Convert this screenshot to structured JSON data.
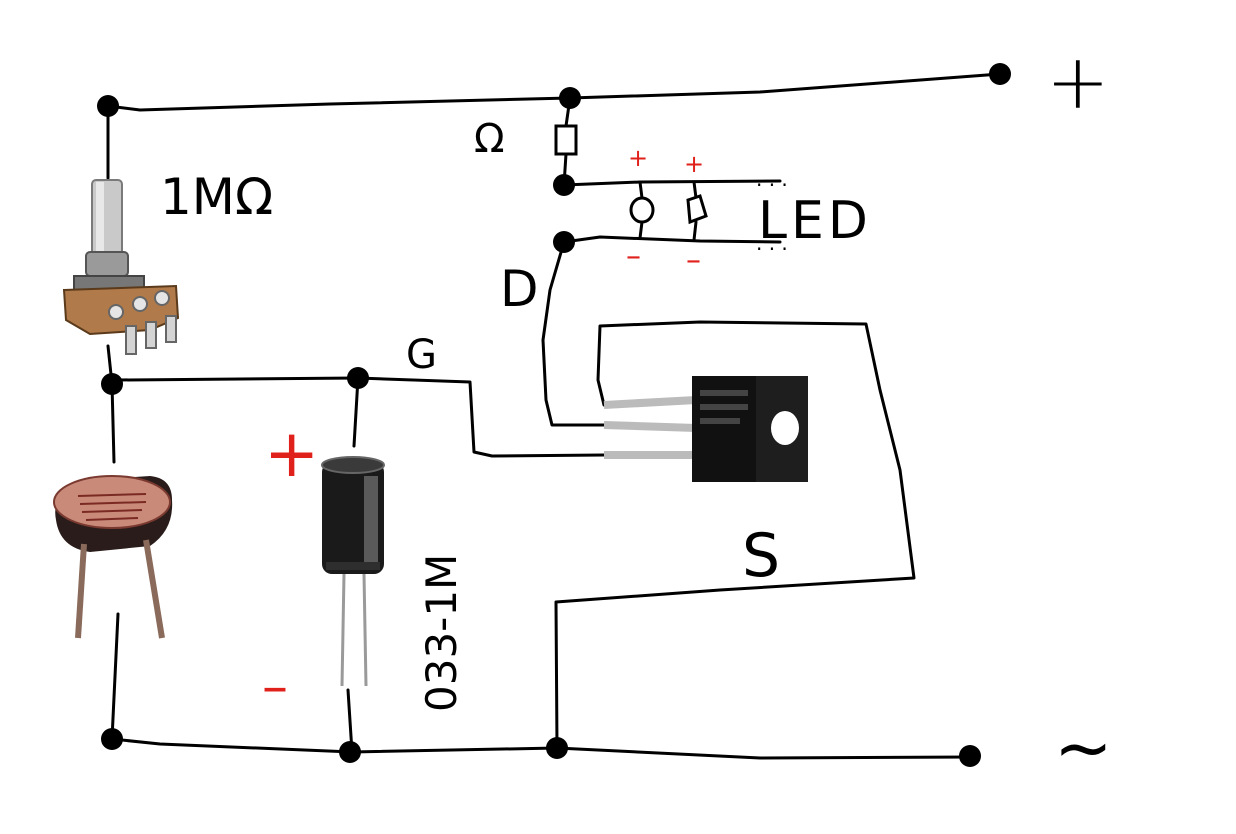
{
  "labels": {
    "pot_value": "1MΩ",
    "resistor_symbol": "Ω",
    "led_label": "LED",
    "drain": "D",
    "gate": "G",
    "source": "S",
    "plus_terminal": "+",
    "minus_terminal": "~",
    "cap_value": "033-1M",
    "cap_plus": "+",
    "cap_minus": "–",
    "led1_plus": "+",
    "led2_plus": "+",
    "led1_minus": "–",
    "led2_minus": "–"
  },
  "colors": {
    "wire": "#000000",
    "polarity": "#e0201a"
  }
}
